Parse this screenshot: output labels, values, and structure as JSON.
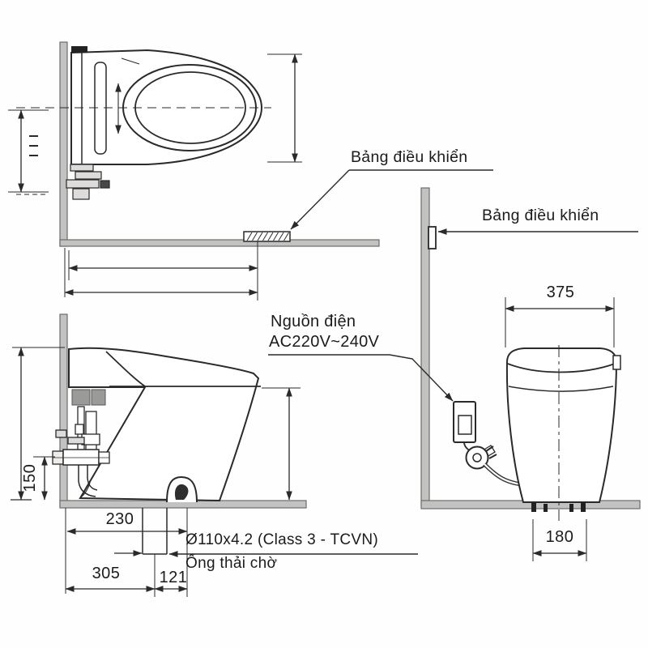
{
  "title": "Toilet installation technical drawing",
  "labels": {
    "control_panel_plan": "Bảng điều khiển",
    "control_panel_front": "Bảng điều khiển",
    "power_source_line1": "Nguồn điện",
    "power_source_line2": "AC220V~240V",
    "drain_pipe_spec": "Ø110x4.2 (Class 3 - TCVN)",
    "drain_pipe_name": "Ống thải chờ"
  },
  "dimensions": {
    "seat_width": "375",
    "base_bolt_width": "180",
    "inlet_height": "150",
    "drain_to_wall": "230",
    "rough_in": "305",
    "pipe_offset": "121"
  },
  "colors": {
    "line": "#2a2a2a",
    "wall_fill": "#c3c2c0",
    "panel_fill": "#9a9a98",
    "fitting_fill": "#dddcda",
    "background": "#fefefe"
  }
}
